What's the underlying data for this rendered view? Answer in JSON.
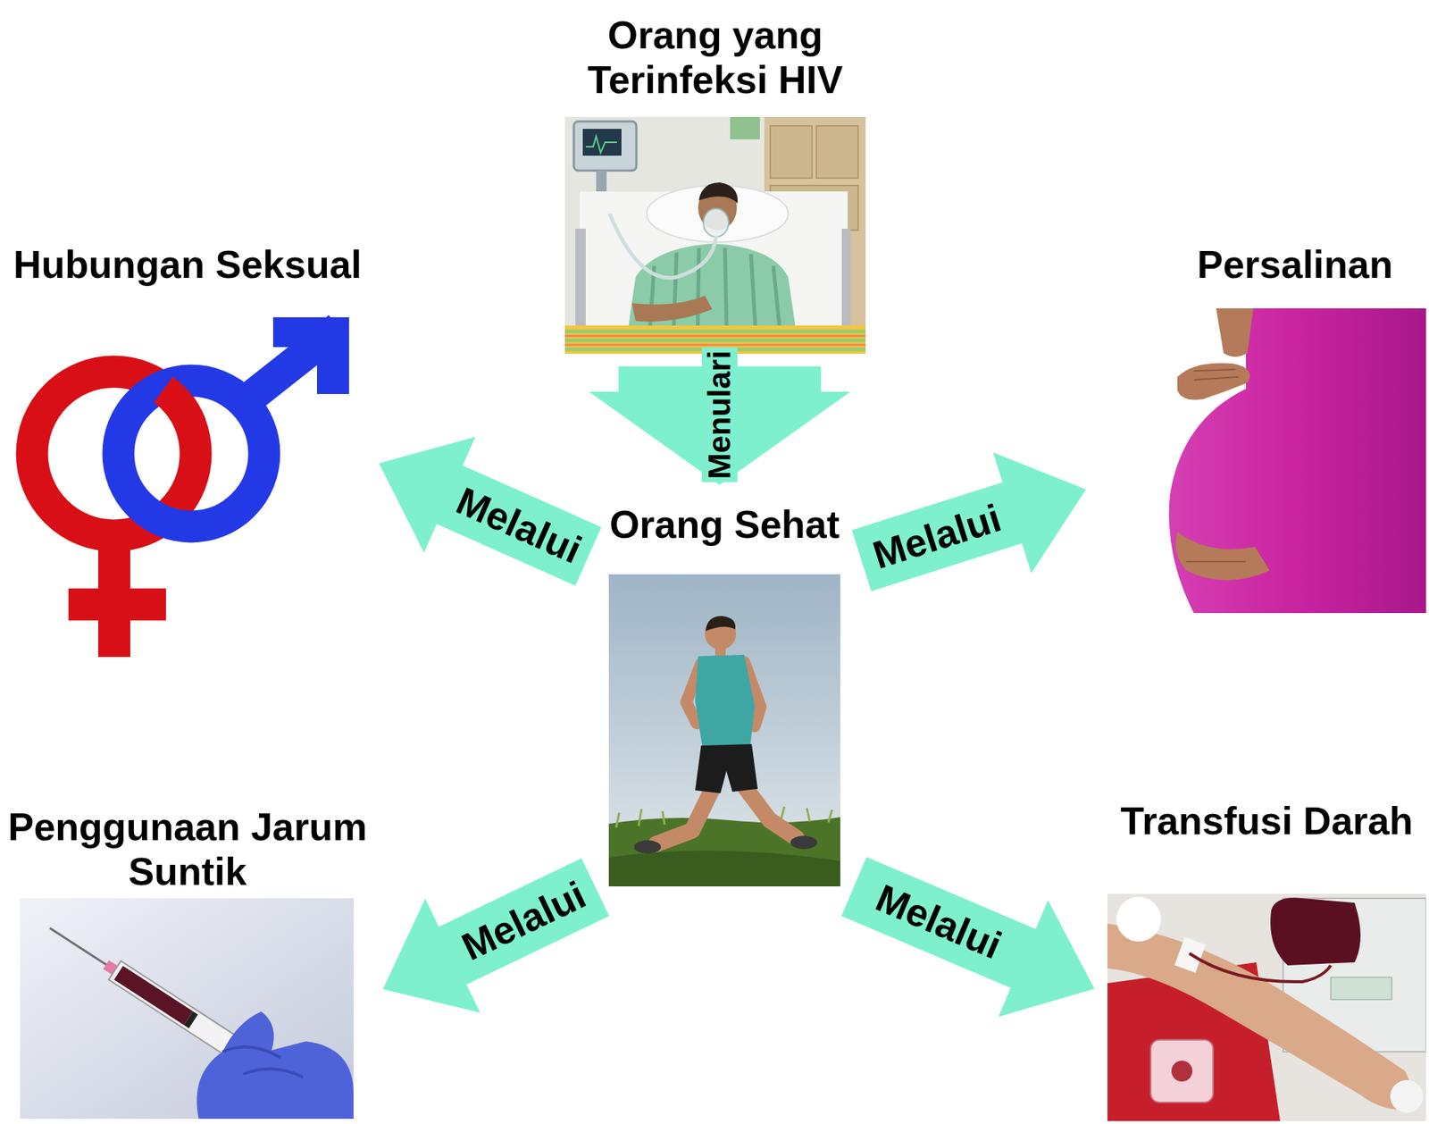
{
  "diagram": {
    "nodes": [
      {
        "text": [
          "Orang yang Terinfeksi HIV"
        ]
      },
      {
        "text": [
          "Orang Sehat"
        ]
      },
      {
        "text": [
          "Hubungan Seksual"
        ]
      },
      {
        "text": [
          "Persalinan"
        ]
      },
      {
        "text": [
          "Penggunaan Jarum Suntik"
        ]
      },
      {
        "text": [
          "Transfusi Darah"
        ]
      }
    ],
    "edges": [
      {
        "from": 0,
        "to": 1,
        "label": "Menulari",
        "arrow": "to"
      },
      {
        "from": 1,
        "to": 2,
        "label": "Melalui",
        "arrow": "to"
      },
      {
        "from": 1,
        "to": 3,
        "label": "Melalui",
        "arrow": "to"
      },
      {
        "from": 1,
        "to": 4,
        "label": "Melalui",
        "arrow": "to"
      },
      {
        "from": 1,
        "to": 5,
        "label": "Melalui",
        "arrow": "to"
      }
    ]
  }
}
